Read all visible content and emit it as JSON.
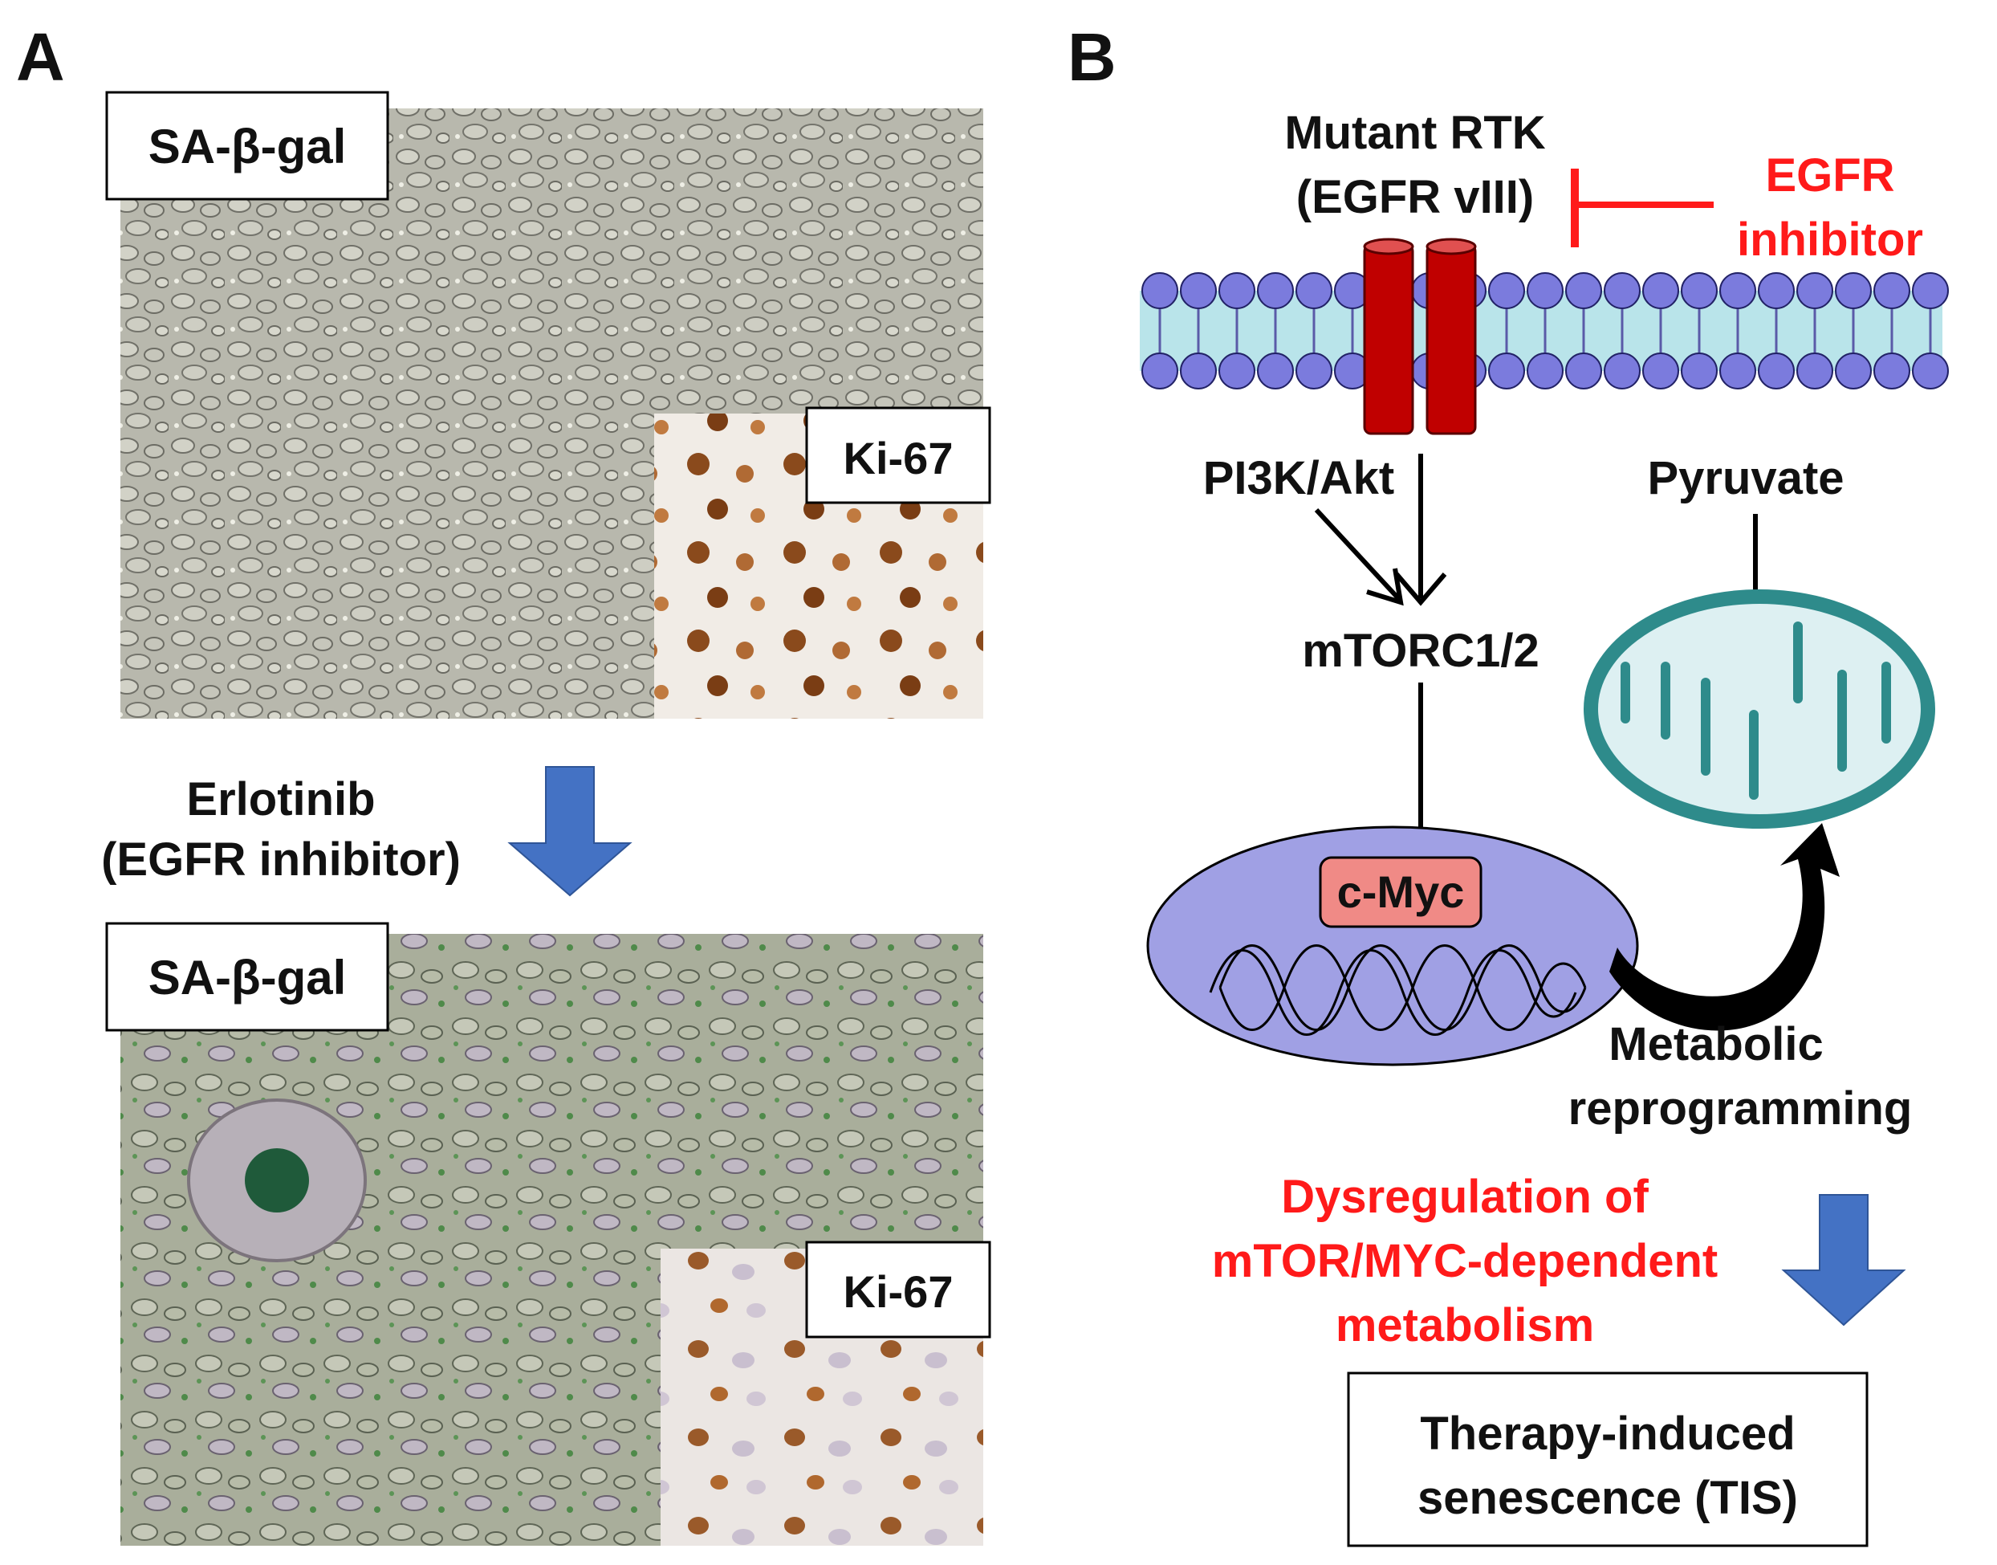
{
  "panelA": {
    "letter": "A",
    "top_micrograph": {
      "stain_label": "SA-β-gal",
      "inset_label": "Ki-67"
    },
    "treatment": {
      "line1": "Erlotinib",
      "line2": "(EGFR inhibitor)"
    },
    "bottom_micrograph": {
      "stain_label": "SA-β-gal",
      "inset_label": "Ki-67"
    }
  },
  "panelB": {
    "letter": "B",
    "receptor": {
      "line1": "Mutant RTK",
      "line2": "(EGFR vIII)"
    },
    "inhibitor": {
      "line1": "EGFR",
      "line2": "inhibitor"
    },
    "pi3k": "PI3K/Akt",
    "mtorc": "mTORC1/2",
    "pyruvate": "Pyruvate",
    "cmyc": "c-Myc",
    "metabolic": {
      "line1": "Metabolic",
      "line2": "reprogramming"
    },
    "dysregulation": {
      "line1": "Dysregulation of",
      "line2": "mTOR/MYC-dependent",
      "line3": "metabolism"
    },
    "outcome": {
      "line1": "Therapy-induced",
      "line2": "senescence (TIS)"
    }
  },
  "colors": {
    "red_text": "#ff1a1a",
    "block_arrow": "#4472c4",
    "membrane_head": "#7b7bdd",
    "membrane_core": "#b9e4ea",
    "receptor": "#c00000",
    "nucleus": "#a0a0e4",
    "cmyc_box": "#f08a86",
    "mitochondrion_fill": "#ddf0f2",
    "mitochondrion_stroke": "#2e8b8b"
  }
}
